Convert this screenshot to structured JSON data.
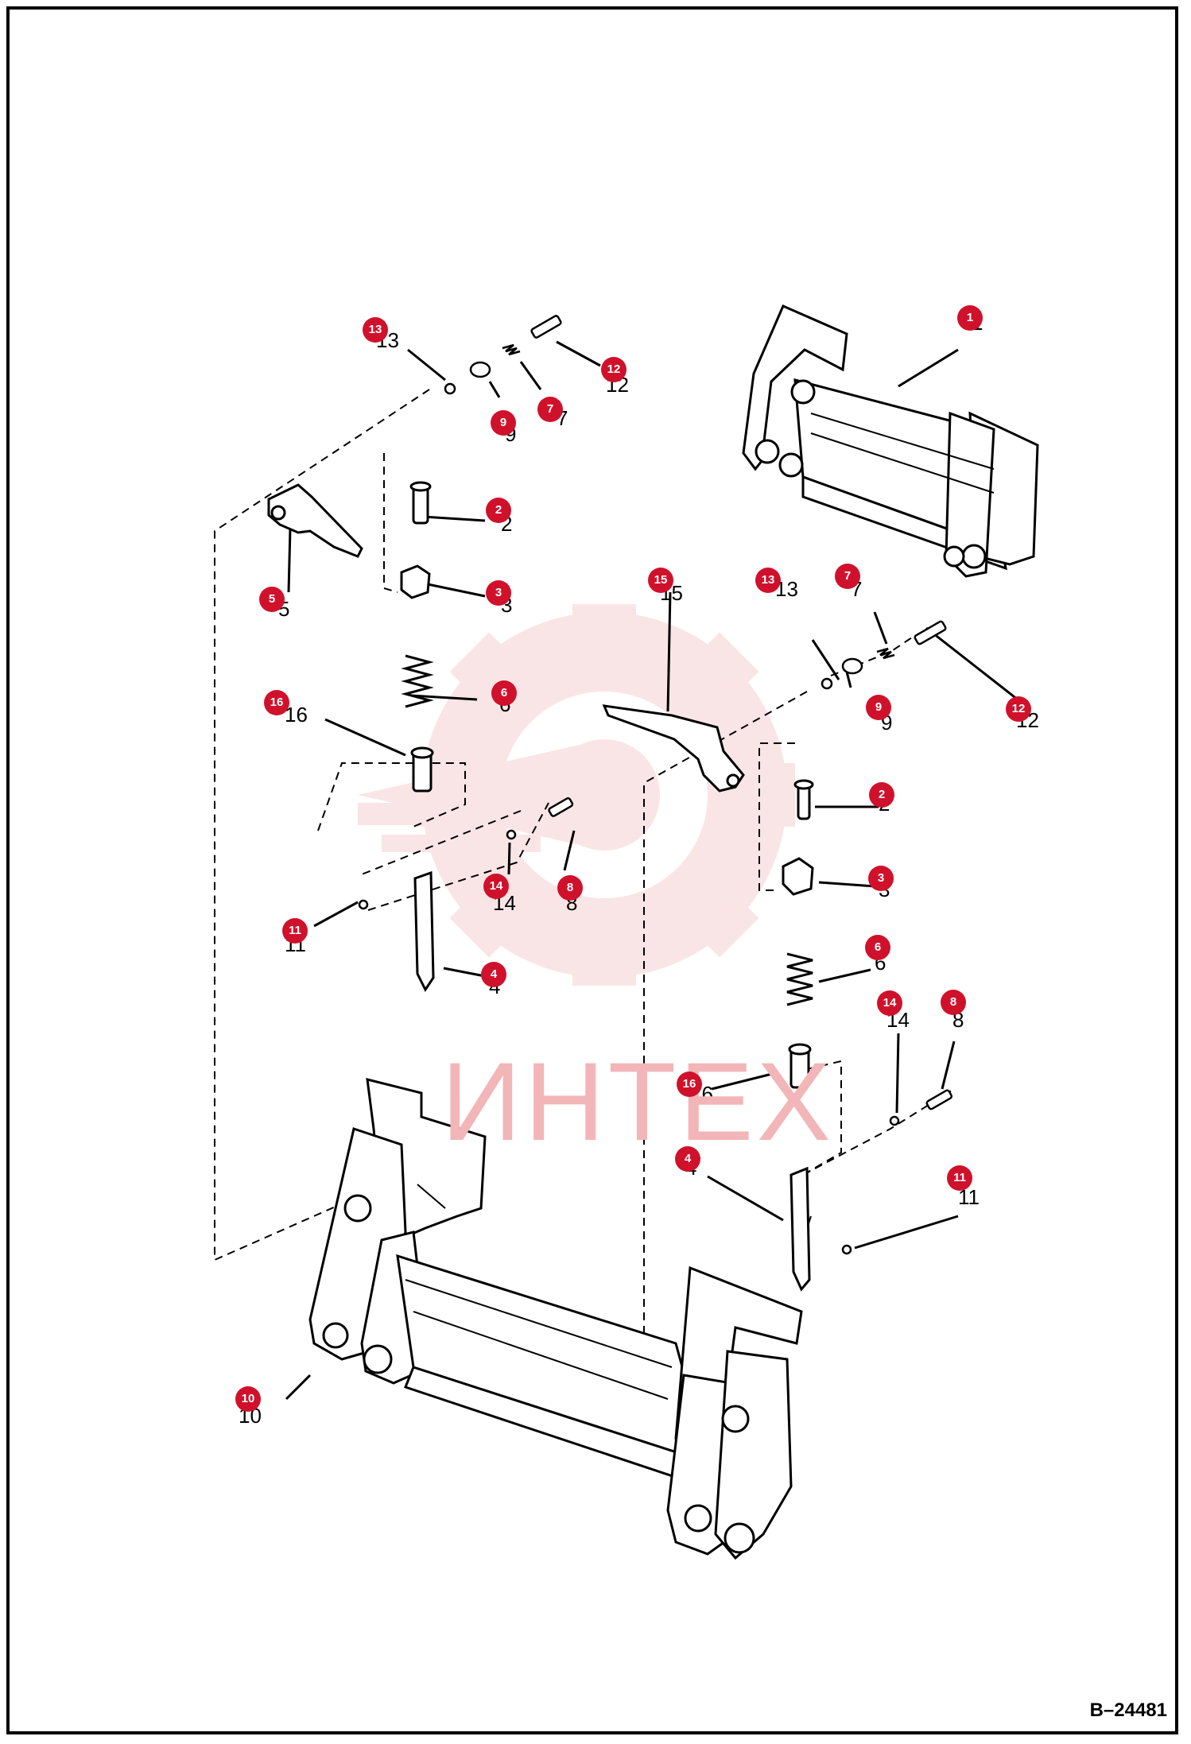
{
  "document_number": "B–24481",
  "watermark": {
    "text": "ИНТЕХ",
    "color": "#f2b6b8"
  },
  "badge_color": "#d0112b",
  "callouts": [
    {
      "id": "c1",
      "label": "1"
    },
    {
      "id": "c2a",
      "label": "2"
    },
    {
      "id": "c2b",
      "label": "2"
    },
    {
      "id": "c3a",
      "label": "3"
    },
    {
      "id": "c3b",
      "label": "3"
    },
    {
      "id": "c4a",
      "label": "4"
    },
    {
      "id": "c4b",
      "label": "4"
    },
    {
      "id": "c5",
      "label": "5"
    },
    {
      "id": "c6a",
      "label": "6"
    },
    {
      "id": "c6b",
      "label": "6"
    },
    {
      "id": "c7a",
      "label": "7"
    },
    {
      "id": "c7b",
      "label": "7"
    },
    {
      "id": "c8a",
      "label": "8"
    },
    {
      "id": "c8b",
      "label": "8"
    },
    {
      "id": "c9a",
      "label": "9"
    },
    {
      "id": "c9b",
      "label": "9"
    },
    {
      "id": "c10",
      "label": "10"
    },
    {
      "id": "c11a",
      "label": "11"
    },
    {
      "id": "c11b",
      "label": "11"
    },
    {
      "id": "c12a",
      "label": "12"
    },
    {
      "id": "c12b",
      "label": "12"
    },
    {
      "id": "c13a",
      "label": "13"
    },
    {
      "id": "c13b",
      "label": "13"
    },
    {
      "id": "c14a",
      "label": "14"
    },
    {
      "id": "c14b",
      "label": "14"
    },
    {
      "id": "c15",
      "label": "15"
    },
    {
      "id": "c16a",
      "label": "16"
    },
    {
      "id": "c16b",
      "label": "16"
    }
  ]
}
